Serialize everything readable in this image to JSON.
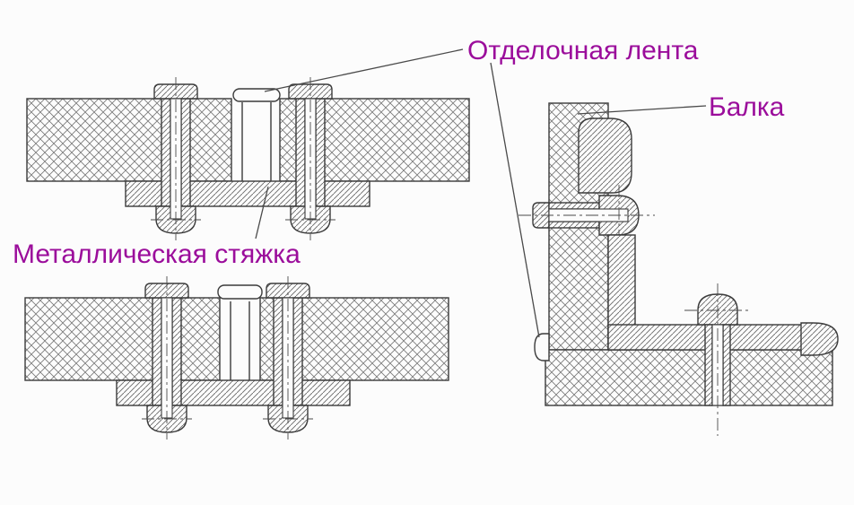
{
  "labels": {
    "finishing_tape": "Отделочная лента",
    "metal_tie": "Металлическая стяжка",
    "beam": "Балка"
  },
  "colors": {
    "label_text": "#9b0d9b",
    "drawing_line": "#3b3b3b",
    "background": "#fcfcfc"
  }
}
